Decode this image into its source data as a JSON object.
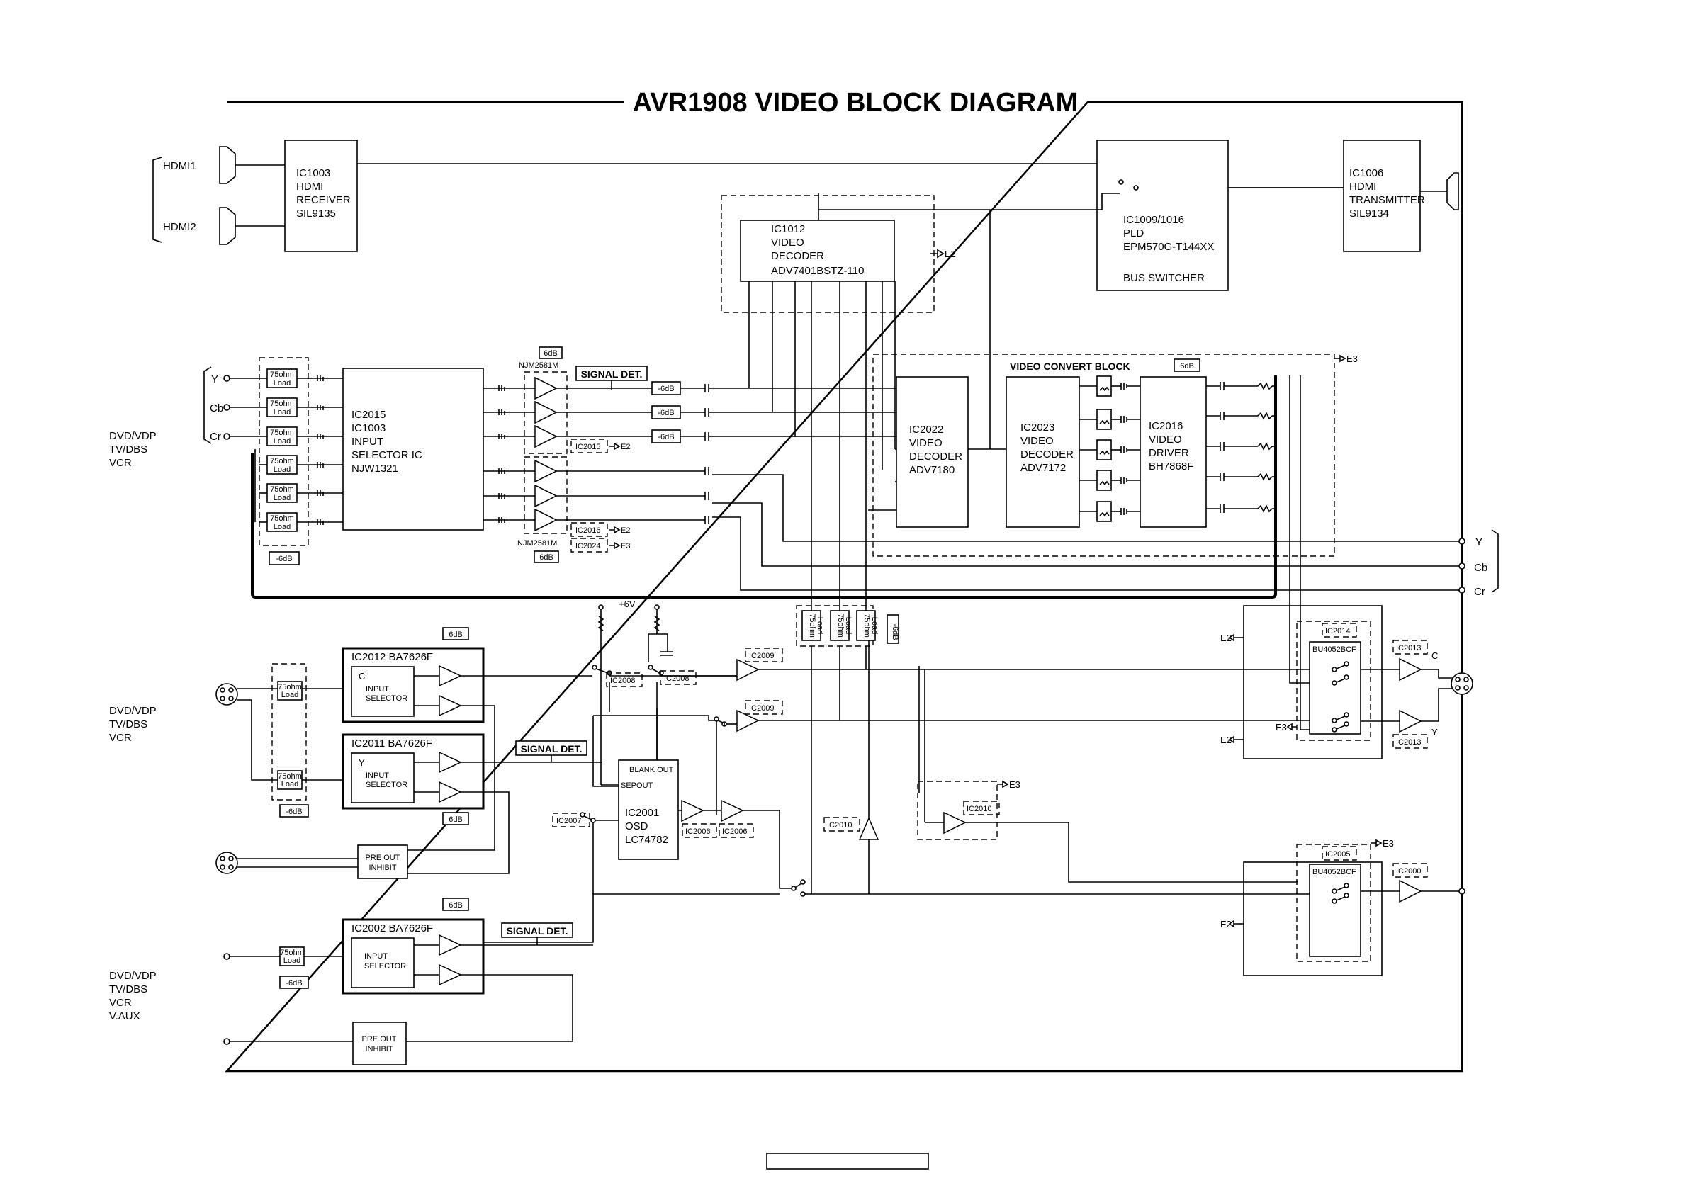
{
  "title": "AVR1908 VIDEO BLOCK DIAGRAM",
  "hdmi": {
    "in1": "HDMI1",
    "in2": "HDMI2",
    "receiver": [
      "IC1003",
      "HDMI",
      "RECEIVER",
      "SIL9135"
    ],
    "pld": [
      "IC1009/1016",
      "PLD",
      "EPM570G-T144XX",
      "BUS SWITCHER"
    ],
    "transmitter": [
      "IC1006",
      "HDMI",
      "TRANSMITTER",
      "SIL9134"
    ]
  },
  "decoder": {
    "block": [
      "IC1012",
      "VIDEO",
      "DECODER",
      "ADV7401BSTZ-110"
    ],
    "tag": "E2"
  },
  "convert": {
    "label": "VIDEO CONVERT BLOCK",
    "gain": "6dB",
    "tag": "E3",
    "ic2022": [
      "IC2022",
      "VIDEO",
      "DECODER",
      "ADV7180"
    ],
    "ic2023": [
      "IC2023",
      "VIDEO",
      "DECODER",
      "ADV7172"
    ],
    "ic2016": [
      "IC2016",
      "VIDEO",
      "DRIVER",
      "BH7868F"
    ]
  },
  "component": {
    "inputs": [
      "Y",
      "Cb",
      "Cr"
    ],
    "source": [
      "DVD/VDP",
      "TV/DBS",
      "VCR"
    ],
    "load": [
      "75ohm",
      "Load"
    ],
    "atten": "-6dB",
    "selector": [
      "IC2015",
      "IC1003",
      "INPUT",
      "SELECTOR IC",
      "NJW1321"
    ],
    "amp_top": "NJM2581M",
    "amp_bot": "NJM2581M",
    "gain": "6dB",
    "signal_det": "SIGNAL DET.",
    "tag1": "IC2015",
    "tag2": "IC2016",
    "tag3": "IC2024",
    "e2": "E2",
    "e3": "E3",
    "outputs": [
      "Y",
      "Cb",
      "Cr"
    ]
  },
  "svideo": {
    "source": [
      "DVD/VDP",
      "TV/DBS",
      "VCR"
    ],
    "ic2012": "IC2012   BA7626F",
    "ic2011": "IC2011   BA7626F",
    "c_label": "C",
    "y_label": "Y",
    "sel": [
      "INPUT",
      "SELECTOR"
    ],
    "gain": "6dB",
    "atten": "-6dB",
    "signal_det": "SIGNAL DET.",
    "pre_out": [
      "PRE OUT",
      "INHIBIT"
    ],
    "plus6v": "+6V",
    "ic2008a": "IC2008",
    "ic2008b": "IC2008",
    "ic2009a": "IC2009",
    "ic2009b": "IC2009",
    "ic2007": "IC2007",
    "osd": [
      "BLANK OUT",
      "SEPOUT",
      "IC2001",
      "OSD",
      "LC74782"
    ],
    "ic2006a": "IC2006",
    "ic2006b": "IC2006",
    "ic2010a": "IC2010",
    "ic2010b": "IC2010",
    "loads": [
      "75ohm",
      "Load"
    ],
    "mid_atten": "-6dB"
  },
  "outs": {
    "ic2014": "IC2014",
    "bu1": "BU4052BCF",
    "ic2013a": "IC2013",
    "ic2013b": "IC2013",
    "c_out": "C",
    "y_out": "Y",
    "e2a": "E2",
    "e2b": "E2",
    "e3a": "E3",
    "ic2005": "IC2005",
    "bu2": "BU4052BCF",
    "ic2000": "IC2000",
    "e2c": "E2",
    "e3b": "E3",
    "e3c": "E3"
  },
  "composite": {
    "source": [
      "DVD/VDP",
      "TV/DBS",
      "VCR",
      "V.AUX"
    ],
    "ic2002": "IC2002   BA7626F",
    "sel": [
      "INPUT",
      "SELECTOR"
    ],
    "gain": "6dB",
    "load": [
      "75ohm",
      "Load"
    ],
    "atten": "-6dB",
    "signal_det": "SIGNAL DET.",
    "pre_out": [
      "PRE OUT",
      "INHIBIT"
    ]
  }
}
